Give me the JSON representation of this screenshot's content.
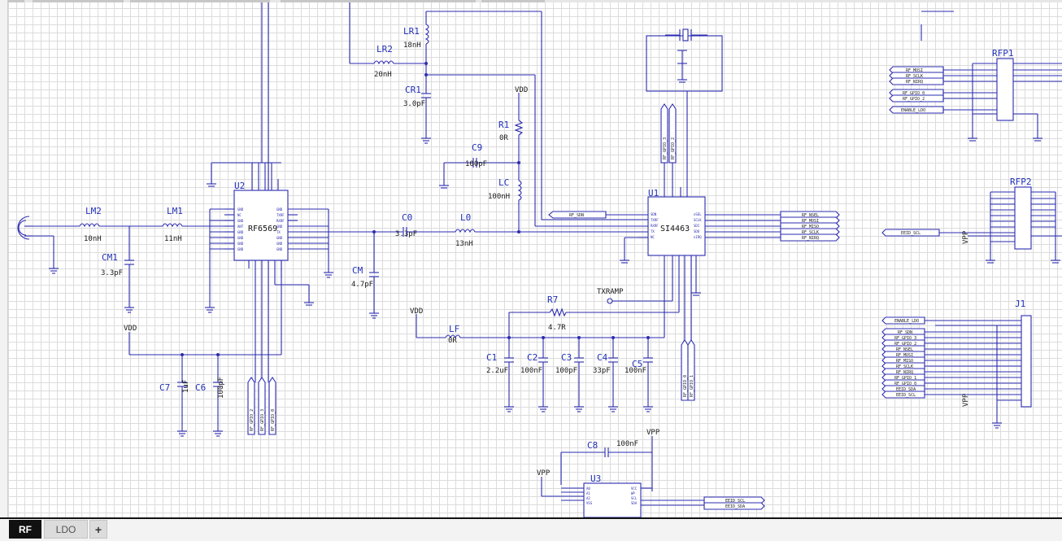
{
  "tabs": [
    {
      "label": "RF",
      "active": true
    },
    {
      "label": "LDO",
      "active": false
    }
  ],
  "add_tab_label": "+",
  "colors": {
    "wire": "#2b2bb0",
    "ref_text": "#1f2fb8",
    "grid": "#dcdcdc",
    "active_tab": "#111111"
  },
  "components": {
    "lm2": {
      "ref": "LM2",
      "value": "10nH"
    },
    "lm1": {
      "ref": "LM1",
      "value": "11nH"
    },
    "cm1": {
      "ref": "CM1",
      "value": "3.3pF"
    },
    "u2": {
      "ref": "U2",
      "part": "RF6569"
    },
    "c7": {
      "ref": "C7",
      "value": "1uF"
    },
    "c6": {
      "ref": "C6",
      "value": "100pF"
    },
    "lr1": {
      "ref": "LR1",
      "value": "18nH"
    },
    "lr2": {
      "ref": "LR2",
      "value": "20nH"
    },
    "cr1": {
      "ref": "CR1",
      "value": "3.0pF"
    },
    "r1": {
      "ref": "R1",
      "value": "0R"
    },
    "c9": {
      "ref": "C9",
      "value": "100pF"
    },
    "lc": {
      "ref": "LC",
      "value": "100nH"
    },
    "c0": {
      "ref": "C0",
      "value": "3.3pF"
    },
    "l0": {
      "ref": "L0",
      "value": "13nH"
    },
    "cm": {
      "ref": "CM",
      "value": "4.7pF"
    },
    "u1": {
      "ref": "U1",
      "part": "SI4463"
    },
    "r7": {
      "ref": "R7",
      "value": "4.7R"
    },
    "lf": {
      "ref": "LF",
      "value": "0R"
    },
    "c1": {
      "ref": "C1",
      "value": "2.2uF"
    },
    "c2": {
      "ref": "C2",
      "value": "100nF"
    },
    "c3": {
      "ref": "C3",
      "value": "100pF"
    },
    "c4": {
      "ref": "C4",
      "value": "33pF"
    },
    "c5": {
      "ref": "C5",
      "value": "100nF"
    },
    "c8": {
      "ref": "C8",
      "value": "100nF"
    },
    "u3": {
      "ref": "U3"
    },
    "rfp1": {
      "ref": "RFP1"
    },
    "rfp2": {
      "ref": "RFP2"
    },
    "j1": {
      "ref": "J1"
    }
  },
  "power_labels": {
    "vdd": "VDD",
    "vpp": "VPP"
  },
  "txramp": "TXRAMP",
  "u2_left_pins": [
    "GND",
    "NC",
    "GND",
    "ANT",
    "GND",
    "GND",
    "GND",
    "GND"
  ],
  "u2_right_pins": [
    "GND",
    "TXRF",
    "RXRF",
    "GND",
    "TX",
    "GND",
    "GND",
    "GND"
  ],
  "u1_left_pins": [
    "SDN",
    "TXRF",
    "RXRF",
    "TX",
    "NC"
  ],
  "u1_right_pins": [
    "nSEL",
    "SCLK",
    "SDI",
    "SDO",
    "nIRQ"
  ],
  "u3_left_pins": [
    "A0",
    "A1",
    "A2",
    "VSS"
  ],
  "u3_right_pins": [
    "VCC",
    "WP",
    "SCL",
    "SDA"
  ],
  "u1_right_nets": [
    "RF_NSEL",
    "RF_MOSI",
    "RF_MISO",
    "RF_SCLK",
    "RF_NIRQ"
  ],
  "u1_left_net": "RF_SDN",
  "rfp1_nets": [
    "RF_MOSI",
    "RF_SCLK",
    "RF_NIRQ",
    "RF_GPIO_0",
    "RF_GPIO_2",
    "ENABLE_LDO"
  ],
  "rfp2_net": "EEID_SCL",
  "j1_nets": [
    "ENABLE_LDO",
    "RF_SDN",
    "RF_GPIO_3",
    "RF_GPIO_2",
    "RF_NSEL",
    "RF_MOSI",
    "RF_MISO",
    "RF_SCLK",
    "RF_NIRQ",
    "RF_GPIO_1",
    "RF_GPIO_0",
    "EEID_SDA",
    "EEID_SCL"
  ],
  "u3_nets": [
    "EEID_SCL",
    "EEID_SDA"
  ],
  "u2_gpio_nets": [
    "RF_GPIO_2",
    "RF_GPIO_3",
    "RF_GPIO_0"
  ],
  "u1_top_nets": [
    "RF_GPIO_3",
    "RF_GPIO_2"
  ],
  "u1_bottom_nets": [
    "RF_GPIO_0",
    "RF_GPIO_1"
  ]
}
